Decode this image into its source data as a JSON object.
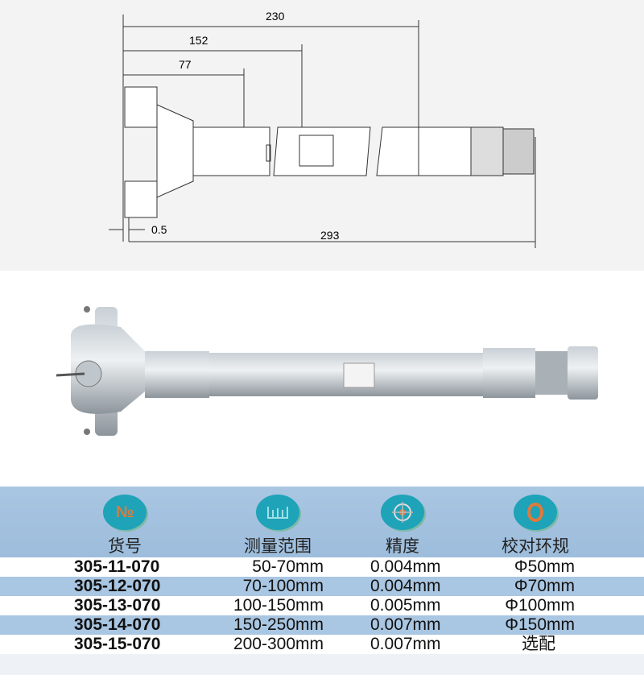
{
  "drawing": {
    "dim_230": "230",
    "dim_152": "152",
    "dim_77": "77",
    "dim_05": "0.5",
    "dim_293": "293"
  },
  "table": {
    "headers": [
      {
        "label": "货号",
        "icon": "number-sign-icon",
        "icon_text": "№"
      },
      {
        "label": "测量范围",
        "icon": "measuring-range-icon"
      },
      {
        "label": "精度",
        "icon": "crosshair-precision-icon"
      },
      {
        "label": "校对环规",
        "icon": "ring-gauge-icon"
      }
    ],
    "rows": [
      {
        "code": "305-11-070",
        "range": "50-70mm",
        "accuracy": "0.004mm",
        "ring": "Φ50mm"
      },
      {
        "code": "305-12-070",
        "range": "70-100mm",
        "accuracy": "0.004mm",
        "ring": "Φ70mm"
      },
      {
        "code": "305-13-070",
        "range": "100-150mm",
        "accuracy": "0.005mm",
        "ring": "Φ100mm"
      },
      {
        "code": "305-14-070",
        "range": "150-250mm",
        "accuracy": "0.007mm",
        "ring": "Φ150mm"
      },
      {
        "code": "305-15-070",
        "range": "200-300mm",
        "accuracy": "0.007mm",
        "ring": "选配"
      }
    ],
    "colors": {
      "header": "#a9c6e2",
      "badge": "#1ea3b8",
      "accent": "#e07a3a"
    }
  }
}
